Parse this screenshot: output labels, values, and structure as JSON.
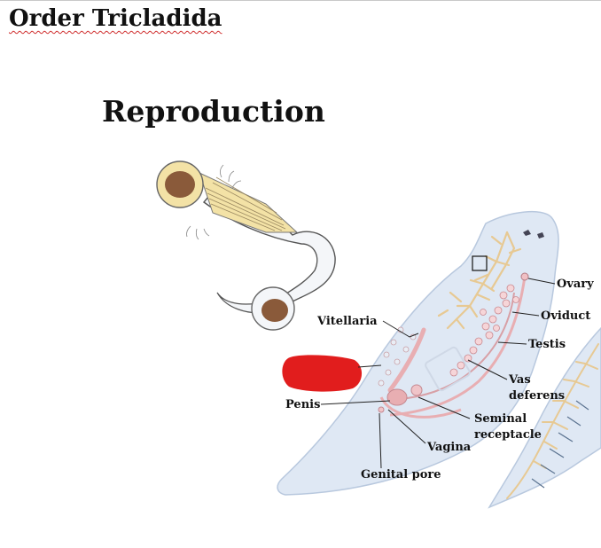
{
  "slide": {
    "title": "Order Tricladida",
    "subtitle": "Reproduction"
  },
  "labels": {
    "ovary": "Ovary",
    "oviduct": "Oviduct",
    "testis": "Testis",
    "vas_deferens_line1": "Vas",
    "vas_deferens_line2": "deferens",
    "vitellaria": "Vitellaria",
    "penis": "Penis",
    "seminal_receptacle_line1": "Seminal",
    "seminal_receptacle_line2": "receptacle",
    "vagina": "Vagina",
    "genital_pore": "Genital pore"
  },
  "colors": {
    "body": "#dfe8f4",
    "organ": "#e8aeb2",
    "redaction": "#e11d1d",
    "nucleus": "#8a5a3a",
    "duct": "#f0d8a8"
  }
}
